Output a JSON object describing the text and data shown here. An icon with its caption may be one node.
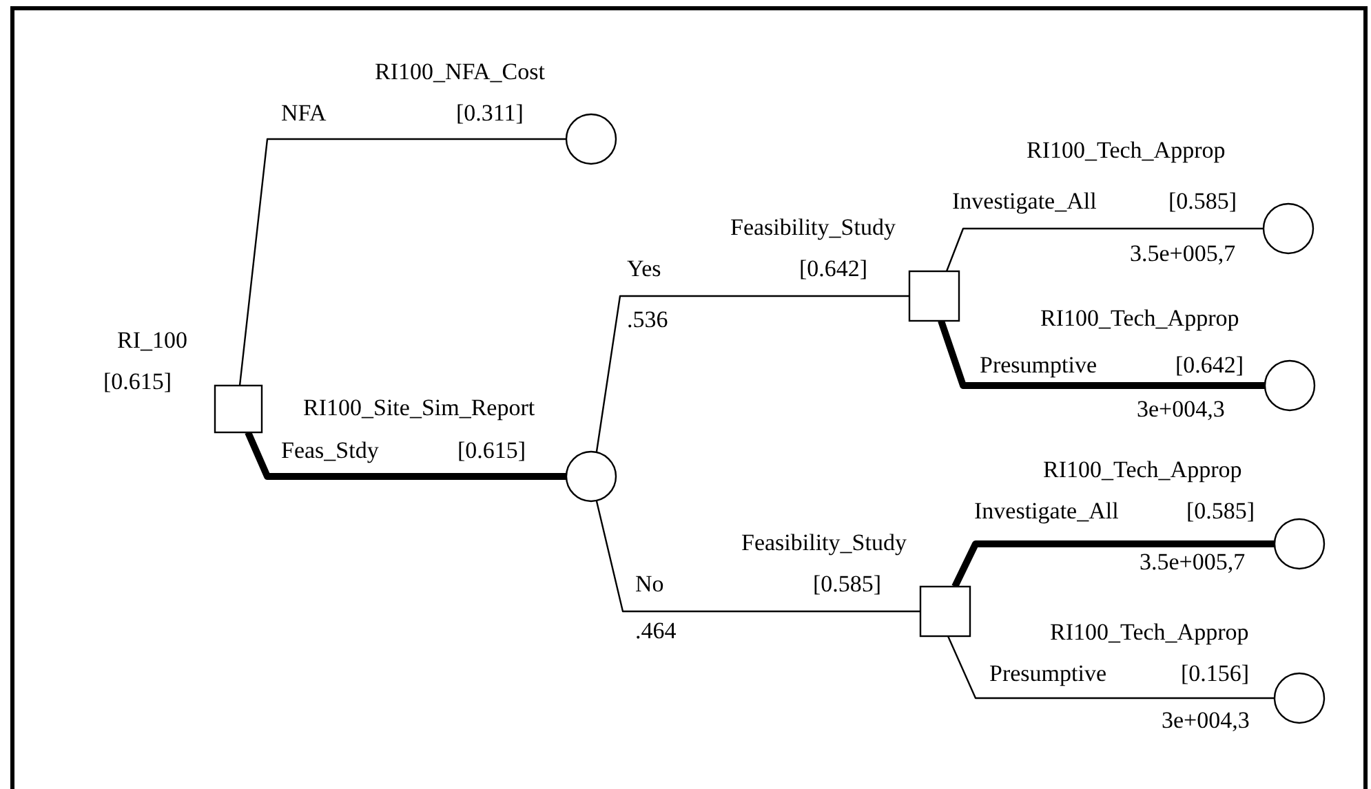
{
  "diagram": {
    "nodes": [
      {
        "text": [],
        "shape": "box",
        "beside": [
          "RI_100",
          "[0.615]"
        ]
      },
      {
        "text": [],
        "shape": "circle",
        "beside": [
          "RI100_NFA_Cost",
          "[0.311]"
        ]
      },
      {
        "text": [],
        "shape": "circle",
        "beside": [
          "RI100_Site_Sim_Report",
          "[0.615]"
        ]
      },
      {
        "text": [],
        "shape": "box",
        "beside": [
          "Feasibility_Study",
          "[0.642]"
        ]
      },
      {
        "text": [],
        "shape": "circle",
        "beside": [
          "RI100_Tech_Approp",
          "[0.585]",
          "3.5e+005,7"
        ]
      },
      {
        "text": [],
        "shape": "circle",
        "beside": [
          "RI100_Tech_Approp",
          "[0.642]",
          "3e+004,3"
        ]
      },
      {
        "text": [],
        "shape": "box",
        "beside": [
          "Feasibility_Study",
          "[0.585]"
        ]
      },
      {
        "text": [],
        "shape": "circle",
        "beside": [
          "RI100_Tech_Approp",
          "[0.585]",
          "3.5e+005,7"
        ]
      },
      {
        "text": [],
        "shape": "circle",
        "beside": [
          "RI100_Tech_Approp",
          "[0.156]",
          "3e+004,3"
        ]
      }
    ],
    "edges": [
      {
        "from": 0,
        "to": 1,
        "arrow": "none",
        "label": "NFA"
      },
      {
        "from": 0,
        "to": 2,
        "arrow": "none",
        "label": "Feas_Stdy",
        "style": "thick"
      },
      {
        "from": 2,
        "to": 3,
        "arrow": "none",
        "label": "Yes"
      },
      {
        "from": 2,
        "to": 6,
        "arrow": "none",
        "label": "No"
      },
      {
        "from": 3,
        "to": 4,
        "arrow": "none",
        "label": "Investigate_All"
      },
      {
        "from": 3,
        "to": 5,
        "arrow": "none",
        "label": "Presumptive",
        "style": "thick"
      },
      {
        "from": 6,
        "to": 7,
        "arrow": "none",
        "label": "Investigate_All",
        "style": "thick"
      },
      {
        "from": 6,
        "to": 8,
        "arrow": "none",
        "label": "Presumptive"
      }
    ],
    "labels": [
      ".536",
      ".464"
    ]
  }
}
